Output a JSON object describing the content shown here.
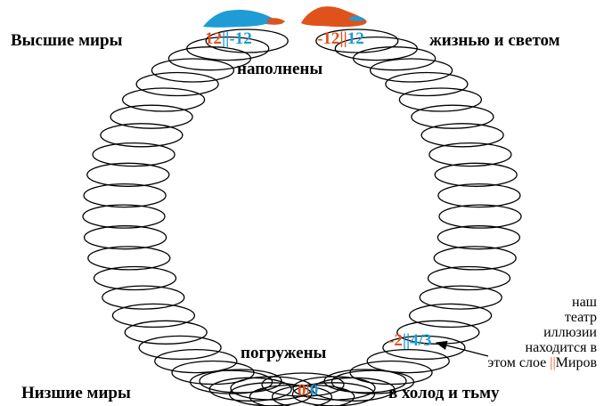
{
  "colors": {
    "orange": "#e0521c",
    "blue": "#1f9bd6",
    "ring_stroke": "#000000"
  },
  "labels": {
    "top_left": "Высшие миры",
    "top_right": "жизнью и светом",
    "top_center": "наполнены",
    "bottom_left": "Низшие миры",
    "bottom_right": "в холод и тьму",
    "bottom_center": "погружены"
  },
  "markers": {
    "top_left": {
      "left": "12",
      "sep": "||",
      "right": "-12"
    },
    "top_right": {
      "left": "-12",
      "sep": "||",
      "right": "12"
    },
    "bottom": {
      "left": "0",
      "sep": "|",
      "right": "0"
    },
    "layer": {
      "left": "-2",
      "sep": "||",
      "right": "4/3"
    }
  },
  "note": {
    "line1": "наш",
    "line2": "театр",
    "line3": "иллюзии",
    "line4": "находится в",
    "line5_prefix": "этом слое",
    "line5_sep": "||",
    "line5_suffix": "Миров"
  }
}
